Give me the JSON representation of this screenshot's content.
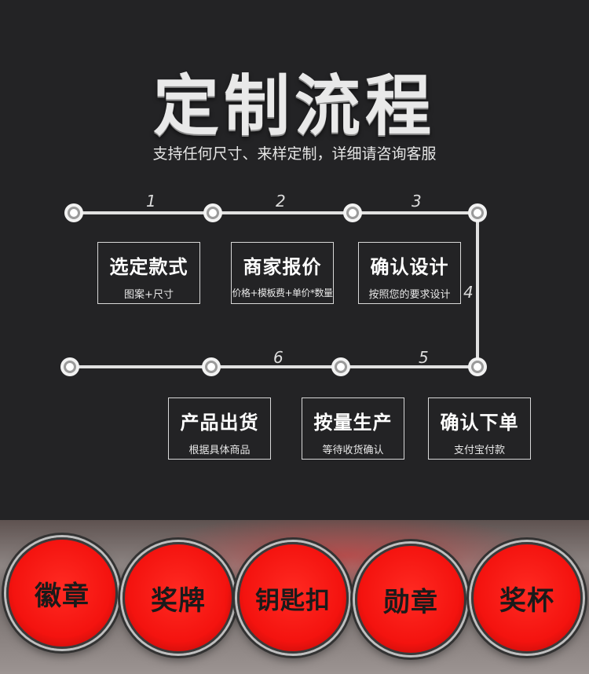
{
  "header": {
    "title": "定制流程",
    "subtitle": "支持任何尺寸、来样定制，详细请咨询客服"
  },
  "steps": {
    "labels": [
      "1",
      "2",
      "3",
      "4",
      "5",
      "6"
    ],
    "boxes": [
      {
        "title": "选定款式",
        "sub": "图案+尺寸"
      },
      {
        "title": "商家报价",
        "sub": "价格+模板费+单价*数量"
      },
      {
        "title": "确认设计",
        "sub": "按照您的要求设计"
      },
      {
        "title": "产品出货",
        "sub": "根据具体商品"
      },
      {
        "title": "按量生产",
        "sub": "等待收货确认"
      },
      {
        "title": "确认下单",
        "sub": "支付宝付款"
      }
    ]
  },
  "products": [
    "徽章",
    "奖牌",
    "钥匙扣",
    "勋章",
    "奖杯"
  ],
  "colors": {
    "background": "#232325",
    "badge_red": "#f4130f",
    "line": "#e0e0e0"
  }
}
